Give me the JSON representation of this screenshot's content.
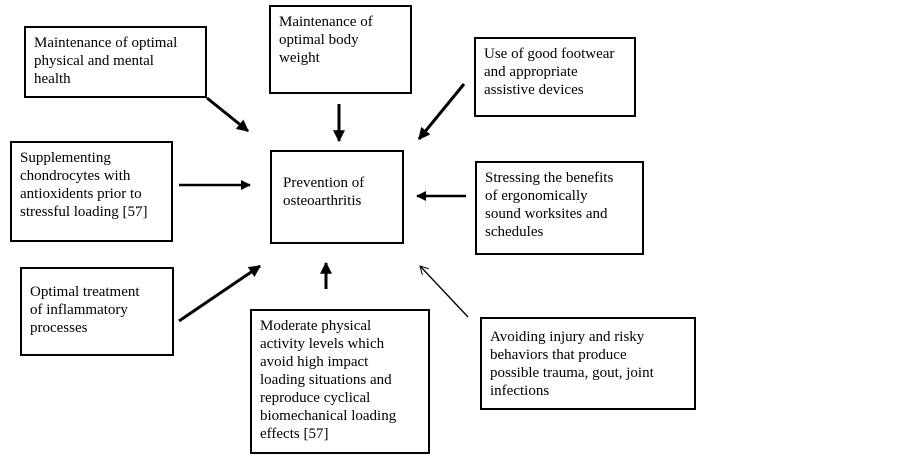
{
  "center": "Prevention of\nosteoarthritis",
  "factors": {
    "physical_mental_health": "Maintenance of optimal\nphysical and mental\nhealth",
    "body_weight": "Maintenance of\noptimal body\nweight",
    "footwear": "Use of good footwear\nand appropriate\nassistive devices",
    "chondrocytes": "Supplementing\nchondrocytes with\nantioxidents prior to\nstressful loading [57]",
    "ergonomics": "Stressing the benefits\nof ergonomically\nsound worksites and\nschedules",
    "inflammatory": "Optimal treatment\nof inflammatory\nprocesses",
    "physical_activity": "Moderate physical\nactivity levels which\navoid high impact\nloading situations and\nreproduce cyclical\nbiomechanical loading\neffects [57]",
    "injury": "Avoiding injury and risky\nbehaviors that produce\npossible trauma, gout, joint\ninfections"
  },
  "colors": {
    "line": "#000000",
    "background": "#ffffff"
  }
}
